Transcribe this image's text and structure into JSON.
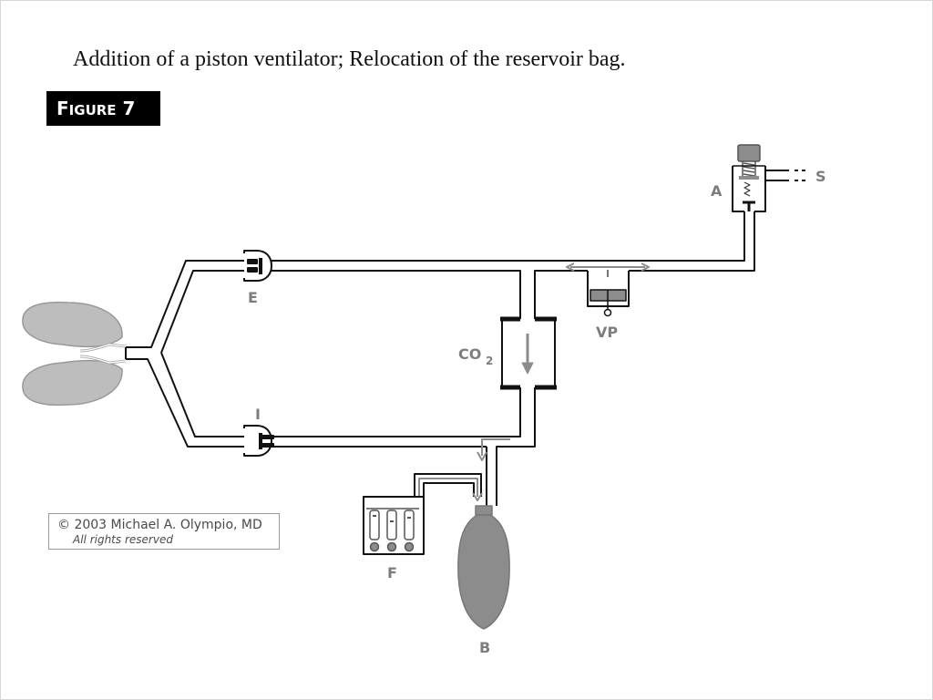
{
  "slide": {
    "title": "Addition of a piston ventilator;  Relocation of the reservoir bag.",
    "figure_badge": {
      "first_letter": "F",
      "rest": "IGURE",
      "number": "7"
    }
  },
  "copyright": {
    "line1": "© 2003 Michael A. Olympio, MD",
    "line2": "All rights reserved"
  },
  "diagram": {
    "labels": {
      "apl_valve": "A",
      "scavenging": "S",
      "expiratory_valve": "E",
      "inspiratory_valve": "I",
      "ventilator_piston": "VP",
      "co2_absorber": "CO",
      "co2_subscript": "2",
      "flowmeters": "F",
      "reservoir_bag": "B"
    },
    "colors": {
      "pipe_stroke": "#111111",
      "component_gray": "#8c8c8c",
      "lung_fill": "#bdbdbd",
      "label_gray": "#7d7d7d"
    }
  }
}
